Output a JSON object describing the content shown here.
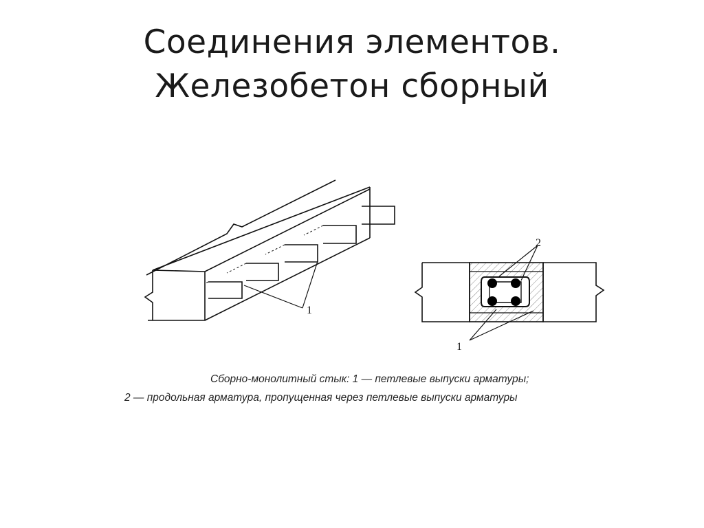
{
  "slide": {
    "title_line1": "Соединения элементов.",
    "title_line2": "Железобетон сборный"
  },
  "figure": {
    "label_1": "1",
    "label_2": "2",
    "label_1b": "1",
    "caption_line1": "Сборно-монолитный стык: 1 — петлевые выпуски арматуры;",
    "caption_line2": "2 — продольная арматура, пропущенная через петлевые выпуски арматуры"
  }
}
